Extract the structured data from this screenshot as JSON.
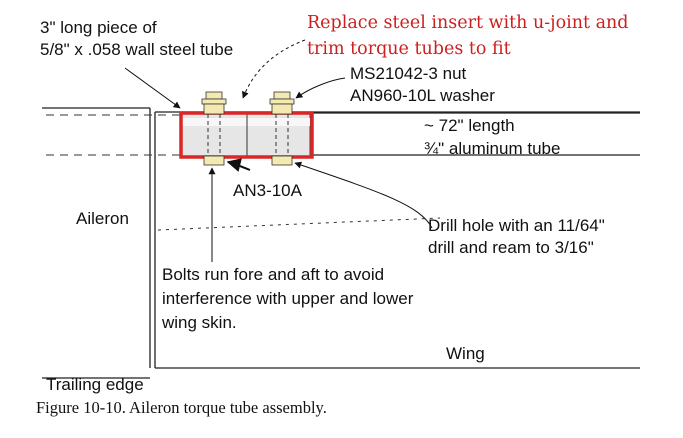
{
  "annotation": {
    "line1": "Replace steel insert with u-joint and",
    "line2": "trim torque tubes to fit",
    "color": "#cc1f1f"
  },
  "labels": {
    "steel_tube_line1": "3\" long piece of",
    "steel_tube_line2": "5/8\" x .058 wall steel tube",
    "nut": "MS21042-3 nut",
    "washer": "AN960-10L washer",
    "length": "~ 72\" length",
    "alum_tube": "¾\" aluminum tube",
    "bolt": "AN3-10A",
    "aileron": "Aileron",
    "drill_line1": "Drill hole with an 11/64\"",
    "drill_line2": "drill and ream to 3/16\"",
    "bolts_line1": "Bolts run fore and aft to avoid",
    "bolts_line2": "interference with upper and lower",
    "bolts_line3": "wing skin.",
    "wing": "Wing",
    "trailing_edge": "Trailing edge"
  },
  "caption": "Figure 10-10. Aileron torque tube assembly.",
  "colors": {
    "highlight_box": "#d92626",
    "hardware": "#f4e9b0",
    "tube": "#e0e0e0"
  }
}
